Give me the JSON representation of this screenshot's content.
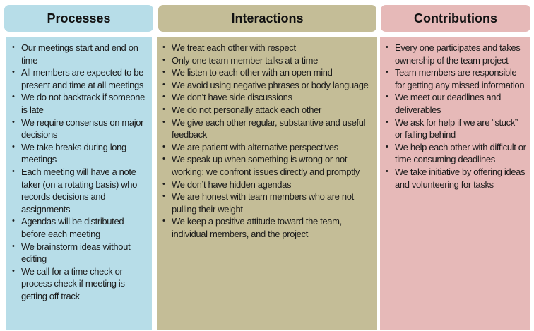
{
  "columns": [
    {
      "title": "Processes",
      "color": "#b7dde8",
      "items": [
        "Our meetings start and end on time",
        "All members are expected to be present and time at all meetings",
        "We do not backtrack if someone is late",
        "We require consensus on major decisions",
        "We take breaks during long meetings",
        "Each meeting will have a note taker (on a rotating basis) who records decisions and assignments",
        "Agendas will be distributed before each meeting",
        "We brainstorm ideas without editing",
        "We call for a time check or process check if meeting is getting off track"
      ]
    },
    {
      "title": "Interactions",
      "color": "#c4bd97",
      "items": [
        "We treat each other with respect",
        "Only one team member talks at a time",
        "We listen to each other with an open mind",
        "We avoid using negative phrases or body language",
        "We don’t have side discussions",
        "We do not personally attack each other",
        "We give each other regular, substantive and useful feedback",
        "We are patient with alternative perspectives",
        "We speak up when something is wrong or not working; we confront issues directly and promptly",
        "We don’t have hidden agendas",
        "We are honest with team members who are not pulling their weight",
        "We keep a positive attitude toward the team, individual members, and the project"
      ]
    },
    {
      "title": "Contributions",
      "color": "#e6b9b8",
      "items": [
        "Every one participates and takes ownership of the team project",
        "Team members are responsible for getting any missed information",
        "We meet our deadlines and deliverables",
        "We ask for help if we are “stuck” or falling behind",
        "We help each other with difficult or time consuming deadlines",
        "We take initiative by offering ideas and volunteering for tasks"
      ]
    }
  ]
}
